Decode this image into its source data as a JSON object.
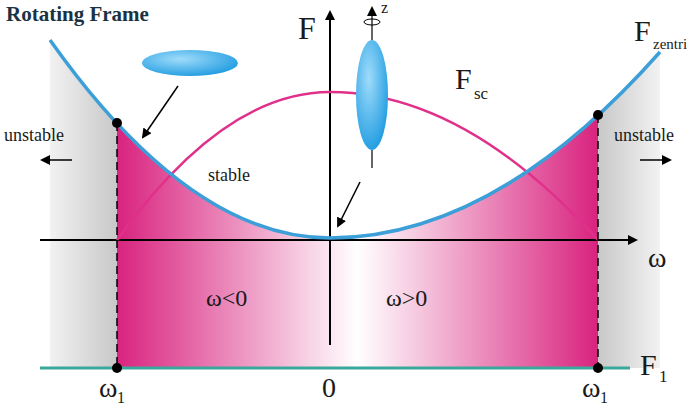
{
  "diagram": {
    "title": "Rotating Frame",
    "labels": [
      "F",
      "z",
      "F",
      "zentri",
      "F",
      "sc",
      "unstable",
      "stable",
      "unstable",
      "ω",
      "ω<0",
      "ω>0",
      "F",
      "1",
      "ω",
      "1",
      "0",
      "ω",
      "1"
    ]
  }
}
